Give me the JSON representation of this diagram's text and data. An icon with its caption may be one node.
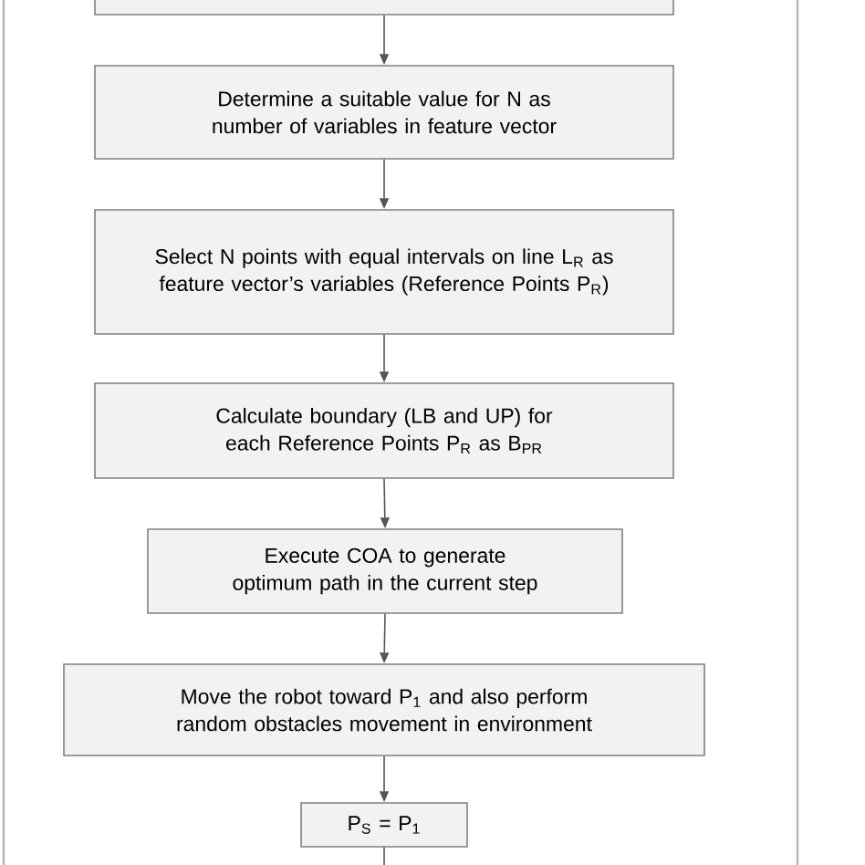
{
  "diagram": {
    "nodes": [
      {
        "text": [],
        "shape": "box"
      },
      {
        "text": [
          "Determine a suitable value for N as number of variables in feature vector"
        ]
      },
      {
        "text": [
          "Select N points with equal intervals on line L$_{R}$ as feature vector’s variables (Reference Points P$_{R}$)"
        ]
      },
      {
        "text": [
          "Calculate boundary (LB and UP) for each Reference Points P$_{R}$ as B$_{PR}$"
        ]
      },
      {
        "text": [
          "Execute COA to generate optimum path in the current step"
        ]
      },
      {
        "text": [
          "Move the robot toward P$_{1}$ and also perform random obstacles movement in environment"
        ]
      },
      {
        "text": [
          "P$_{S}$ = P$_{1}$"
        ]
      }
    ],
    "edges": [
      {
        "from": 0,
        "to": 1,
        "arrow": "to"
      },
      {
        "from": 1,
        "to": 2,
        "arrow": "to"
      },
      {
        "from": 2,
        "to": 3,
        "arrow": "to"
      },
      {
        "from": 3,
        "to": 4,
        "arrow": "to"
      },
      {
        "from": 4,
        "to": 5,
        "arrow": "to"
      },
      {
        "from": 5,
        "to": 6,
        "arrow": "to"
      },
      {
        "from": 6,
        "to": null,
        "arrow": "none"
      }
    ]
  }
}
